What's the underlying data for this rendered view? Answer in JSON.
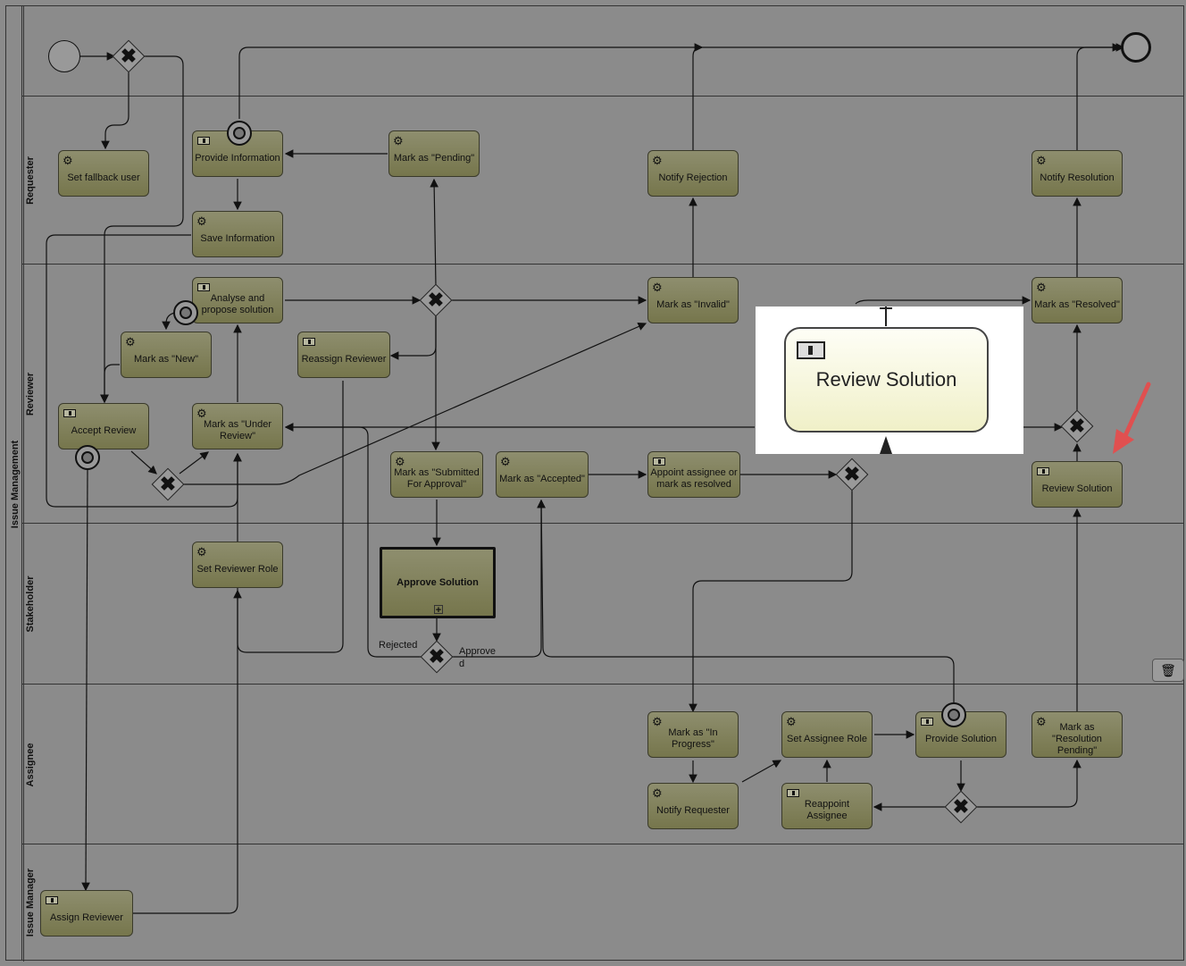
{
  "pool": {
    "label": "Issue Management"
  },
  "lanes": [
    {
      "label": "Requester"
    },
    {
      "label": "Reviewer"
    },
    {
      "label": "Stakeholder"
    },
    {
      "label": "Assignee"
    },
    {
      "label": "Issue Manager"
    }
  ],
  "tasks": {
    "set_fallback_user": "Set fallback user",
    "provide_information": "Provide Information",
    "save_information": "Save Information",
    "mark_pending": "Mark as \"Pending\"",
    "notify_rejection": "Notify Rejection",
    "notify_resolution": "Notify Resolution",
    "analyse_propose": "Analyse and propose solution",
    "mark_new": "Mark as \"New\"",
    "reassign_reviewer": "Reassign Reviewer",
    "mark_invalid": "Mark as \"Invalid\"",
    "mark_resolved": "Mark as \"Resolved\"",
    "accept_review": "Accept Review",
    "mark_under_review": "Mark as \"Under Review\"",
    "mark_submitted": "Mark as \"Submitted For Approval\"",
    "mark_accepted": "Mark as \"Accepted\"",
    "appoint_assignee": "Appoint assignee or mark as resolved",
    "review_solution": "Review Solution",
    "set_reviewer_role": "Set Reviewer Role",
    "approve_solution": "Approve Solution",
    "mark_in_progress": "Mark as \"In Progress\"",
    "set_assignee_role": "Set Assignee Role",
    "provide_solution": "Provide Solution",
    "mark_resolution_pending": "Mark as \"Resolution Pending\"",
    "notify_requester": "Notify Requester",
    "reappoint_assignee": "Reappoint Assignee",
    "assign_reviewer": "Assign Reviewer"
  },
  "flow_labels": {
    "rejected": "Rejected",
    "approved_line1": "Approve",
    "approved_line2": "d"
  },
  "callout": {
    "label": "Review Solution"
  },
  "icons": {
    "service": "gear-icon",
    "user": "user-task-icon",
    "gateway": "exclusive-gateway-icon",
    "timer": "boundary-event-icon",
    "delete": "trash-icon",
    "pointer": "red-arrow-icon"
  },
  "colors": {
    "background": "#8b8b8b",
    "task_fill": "#838360",
    "highlight": "#ffffff",
    "pointer": "#e05050"
  }
}
